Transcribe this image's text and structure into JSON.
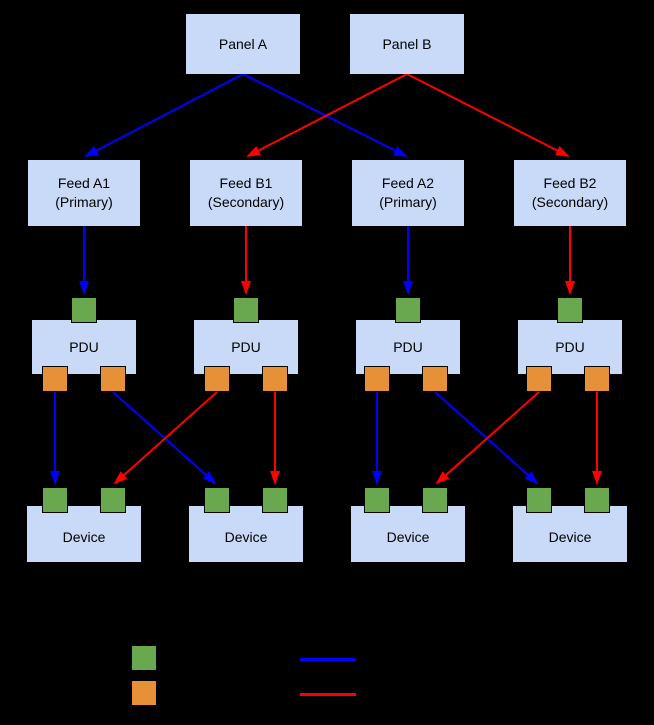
{
  "diagram": {
    "panels": [
      {
        "label": "Panel A"
      },
      {
        "label": "Panel B"
      }
    ],
    "feeds": [
      {
        "name": "Feed A1",
        "type": "(Primary)"
      },
      {
        "name": "Feed B1",
        "type": "(Secondary)"
      },
      {
        "name": "Feed A2",
        "type": "(Primary)"
      },
      {
        "name": "Feed B2",
        "type": "(Secondary)"
      }
    ],
    "pdus": [
      {
        "label": "PDU"
      },
      {
        "label": "PDU"
      },
      {
        "label": "PDU"
      },
      {
        "label": "PDU"
      }
    ],
    "devices": [
      {
        "label": "Device"
      },
      {
        "label": "Device"
      },
      {
        "label": "Device"
      },
      {
        "label": "Device"
      }
    ],
    "colors": {
      "background": "#000000",
      "node_fill": "#c9daf8",
      "input_square": "#6aa84f",
      "output_square": "#e69138",
      "primary_line": "#0000ff",
      "secondary_line": "#ff0000"
    },
    "legend": {
      "swatches": [
        "green-input-square",
        "orange-output-square",
        "blue-primary-line",
        "red-secondary-line"
      ]
    }
  }
}
